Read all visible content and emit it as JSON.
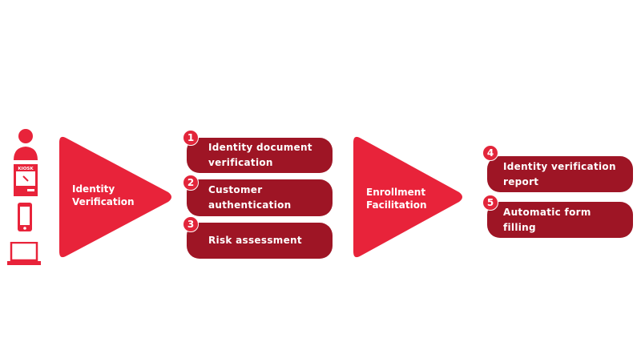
{
  "colors": {
    "triangle": "#e8233a",
    "box": "#9e1525",
    "badge": "#e2253a"
  },
  "channels": {
    "icons": [
      "person-icon",
      "kiosk-icon",
      "smartphone-icon",
      "laptop-icon"
    ],
    "kiosk_label": "KIOSK"
  },
  "stage1": {
    "title_line1": "Identity",
    "title_line2": "Verification",
    "steps": [
      {
        "num": "1",
        "line1": "Identity document",
        "line2": "verification"
      },
      {
        "num": "2",
        "line1": "Customer",
        "line2": "authentication"
      },
      {
        "num": "3",
        "line1": "Risk assessment",
        "line2": ""
      }
    ]
  },
  "stage2": {
    "title_line1": "Enrollment",
    "title_line2": "Facilitation",
    "steps": [
      {
        "num": "4",
        "line1": "Identity verification",
        "line2": "report"
      },
      {
        "num": "5",
        "line1": "Automatic form",
        "line2": "filling"
      }
    ]
  }
}
